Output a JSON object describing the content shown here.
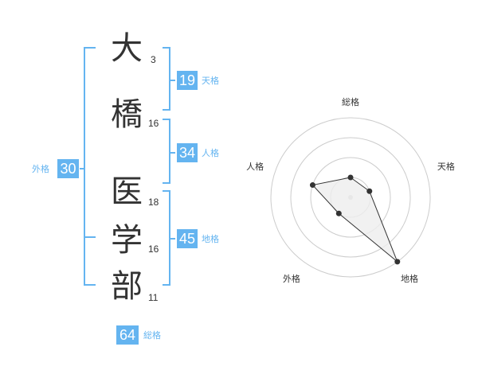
{
  "name": {
    "characters": [
      {
        "char": "大",
        "strokes": "3"
      },
      {
        "char": "橋",
        "strokes": "16"
      },
      {
        "char": "医",
        "strokes": "18"
      },
      {
        "char": "学",
        "strokes": "16"
      },
      {
        "char": "部",
        "strokes": "11"
      }
    ]
  },
  "scores": {
    "tenkaku": {
      "value": "19",
      "label": "天格"
    },
    "jinkaku": {
      "value": "34",
      "label": "人格"
    },
    "chikaku": {
      "value": "45",
      "label": "地格"
    },
    "gaikaku": {
      "value": "30",
      "label": "外格"
    },
    "soukaku": {
      "value": "64",
      "label": "総格"
    }
  },
  "colors": {
    "accent": "#64b4f0",
    "text": "#333333",
    "radar_fill": "#eeeeee",
    "ring": "#cccccc"
  },
  "chart_data": {
    "type": "radar",
    "axes": [
      "総格",
      "天格",
      "地格",
      "外格",
      "人格"
    ],
    "values": [
      1,
      1,
      4,
      1,
      2
    ],
    "rings": 4,
    "range": [
      0,
      4
    ]
  }
}
